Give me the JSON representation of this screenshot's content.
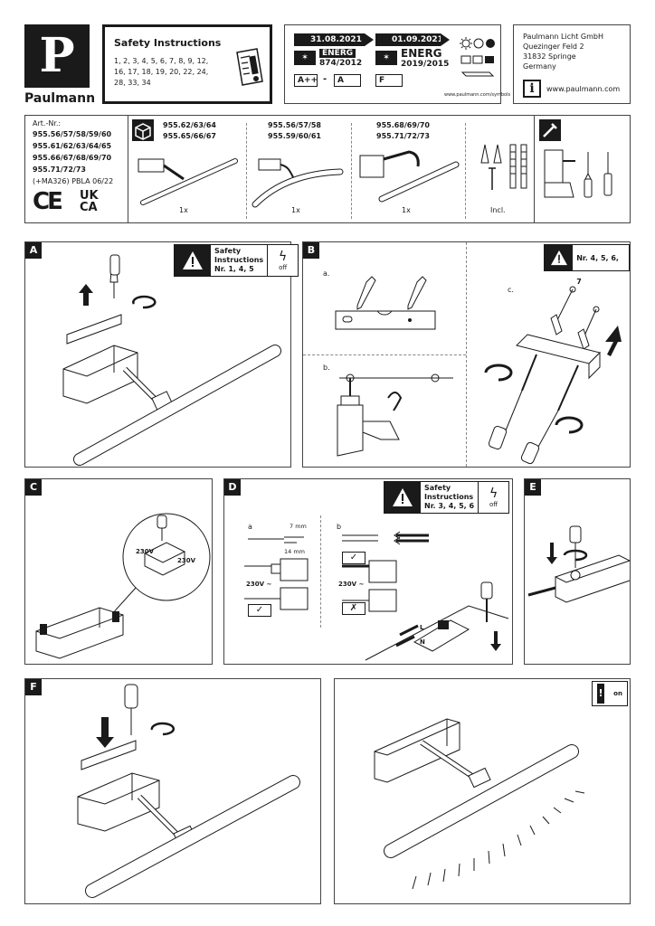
{
  "brand": {
    "logo_letter": "P",
    "name": "Paulmann"
  },
  "safety": {
    "title": "Safety Instructions",
    "languages": "1, 2, 3, 4, 5, 6, 7, 8, 9, 12, 16, 17, 18, 19, 20, 22, 24, 28, 33, 34"
  },
  "energy": {
    "date1": "31.08.2021",
    "date2": "01.09.2021",
    "label_left": "ENERG",
    "reg_left": "874/2012",
    "label_right": "ENERG",
    "reg_right": "2019/2015",
    "class_left_1": "A++",
    "class_sep": "-",
    "class_left_2": "A",
    "class_right": "F",
    "symbols_url": "www.paulmann.com/symbols"
  },
  "company": {
    "name": "Paulmann Licht GmbH",
    "street": "Quezinger Feld 2",
    "city": "31832 Springe",
    "country": "Germany",
    "website": "www.paulmann.com"
  },
  "articles": {
    "label": "Art.-Nr.:",
    "lines": [
      "955.56/57/58/59/60",
      "955.61/62/63/64/65",
      "955.66/67/68/69/70",
      "955.71/72/73"
    ],
    "note": "(+MA326)  PBLA 06/22",
    "ce": "CE",
    "ukca_1": "UK",
    "ukca_2": "CA"
  },
  "contents": {
    "variants": [
      {
        "line1": "955.62/63/64",
        "line2": "955.65/66/67",
        "qty": "1x"
      },
      {
        "line1": "955.56/57/58",
        "line2": "955.59/60/61",
        "qty": "1x"
      },
      {
        "line1": "955.68/69/70",
        "line2": "955.71/72/73",
        "qty": "1x"
      }
    ],
    "incl": "Incl."
  },
  "steps": {
    "A": {
      "letter": "A",
      "warn_title_1": "Safety",
      "warn_title_2": "Instructions",
      "warn_nr": "Nr. 1, 4, 5",
      "off": "off"
    },
    "B": {
      "letter": "B",
      "warn_nr": "Nr. 4, 5, 6, 7",
      "sub_a": "a.",
      "sub_b": "b.",
      "sub_c": "c."
    },
    "C": {
      "letter": "C",
      "v1": "230V",
      "v2": "230V"
    },
    "D": {
      "letter": "D",
      "warn_title_1": "Safety",
      "warn_title_2": "Instructions",
      "warn_nr": "Nr. 3, 4, 5, 6",
      "off": "off",
      "sub_a": "a",
      "sub_b": "b",
      "mm7": "7 mm",
      "mm14": "14 mm",
      "v_a": "230V ~",
      "v_b": "230V ~",
      "L": "L",
      "N": "N"
    },
    "E": {
      "letter": "E"
    },
    "F": {
      "letter": "F"
    },
    "G": {
      "on": "on"
    }
  }
}
